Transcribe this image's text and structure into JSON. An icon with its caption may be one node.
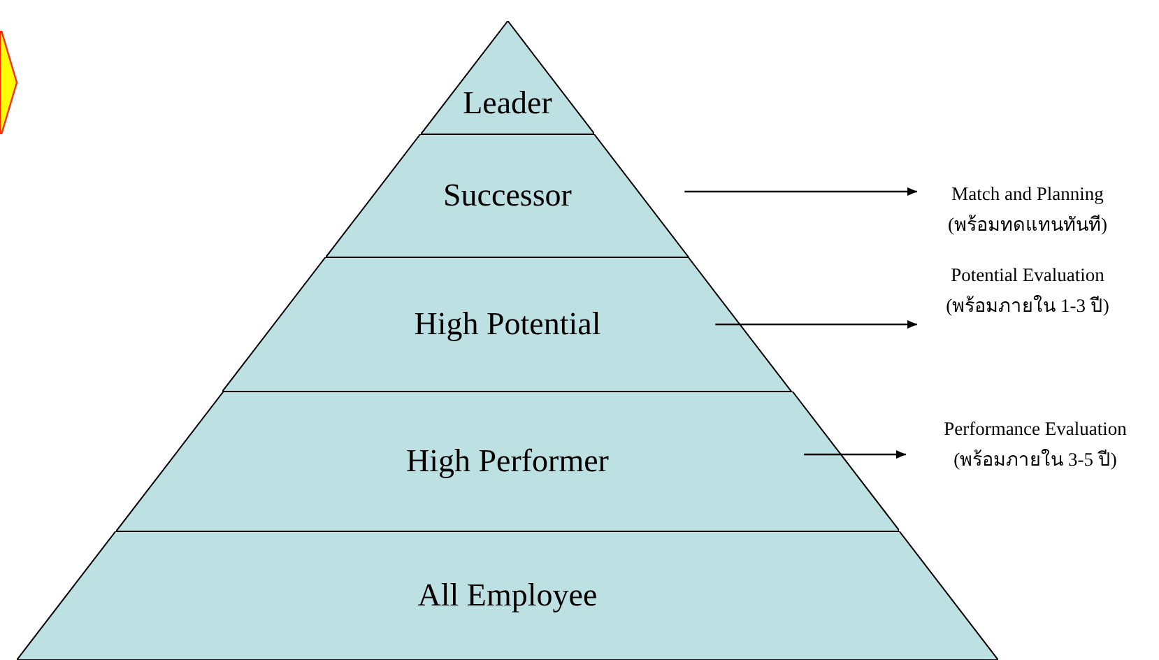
{
  "diagram": {
    "nodes": [
      {
        "text": [
          "Leader"
        ]
      },
      {
        "text": [
          "Successor"
        ]
      },
      {
        "text": [
          "High Potential"
        ]
      },
      {
        "text": [
          "High Performer"
        ]
      },
      {
        "text": [
          "All Employee"
        ]
      },
      {
        "text": [
          "Match and Planning",
          "(พร้อมทดแทนทันที)"
        ]
      },
      {
        "text": [
          "Potential Evaluation",
          "(พร้อมภายใน 1-3 ปี)"
        ]
      },
      {
        "text": [
          "Performance Evaluation",
          "(พร้อมภายใน 3-5 ปี)"
        ]
      },
      {
        "text": [],
        "shape": "hexagon"
      }
    ],
    "edges": [
      {
        "from": 1,
        "to": 5,
        "arrow": "to"
      },
      {
        "from": 2,
        "to": 6,
        "arrow": "to"
      },
      {
        "from": 3,
        "to": 7,
        "arrow": "to"
      }
    ]
  }
}
